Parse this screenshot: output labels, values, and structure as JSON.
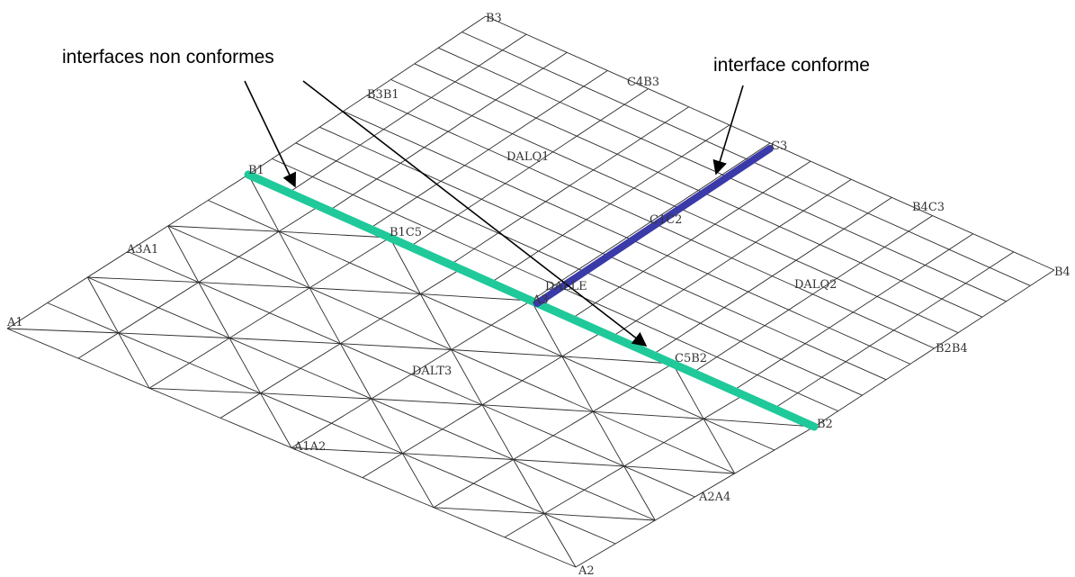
{
  "annotations": {
    "nonconforming": "interfaces non conformes",
    "conforming": "interface conforme"
  },
  "colors": {
    "nonconforming_interface": "#20c99a",
    "conforming_interface": "#3a3aa8",
    "mesh": "#2a2a2a",
    "label": "#333333"
  },
  "labels": {
    "b3": "B3",
    "c4b3": "C4B3",
    "b3b1": "B3B1",
    "dalq1": "DALQ1",
    "c3": "C3",
    "b1": "B1",
    "b1c5": "B1C5",
    "c1c2": "C1C2",
    "b4c3": "B4C3",
    "b4": "B4",
    "a3a1": "A3A1",
    "dalle": "DALLE",
    "a3": "A3",
    "dalq2": "DALQ2",
    "a1": "A1",
    "c5b2": "C5B2",
    "b2b4": "B2B4",
    "dalt3": "DALT3",
    "b2": "B2",
    "a1a2": "A1A2",
    "a2a4": "A2A4",
    "a2": "A2"
  }
}
